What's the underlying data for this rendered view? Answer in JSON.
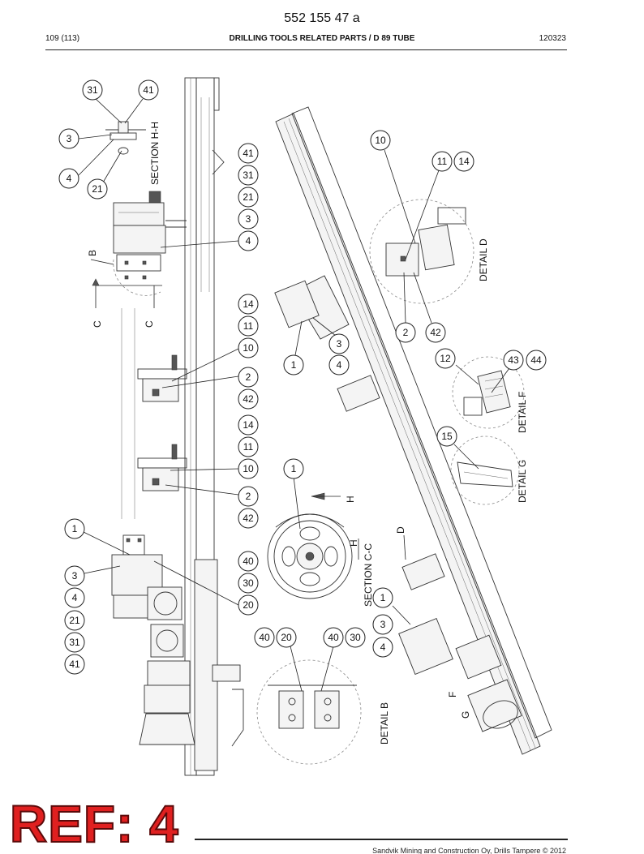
{
  "header": {
    "doc_number": "552 155 47 a",
    "page": "109 (113)",
    "title": "DRILLING TOOLS RELATED PARTS / D 89 TUBE",
    "date_code": "120323"
  },
  "labels": {
    "section_hh": "SECTION H-H",
    "section_cc": "SECTION C-C",
    "detail_b": "DETAIL B",
    "detail_d": "DETAIL D",
    "detail_f": "DETAIL F",
    "detail_g": "DETAIL G",
    "letter_b": "B",
    "letter_c1": "C",
    "letter_c2": "C",
    "letter_h1": "H",
    "letter_h2": "H",
    "letter_d": "D",
    "letter_f": "F",
    "letter_g": "G"
  },
  "callouts": {
    "c1": "31",
    "c2": "41",
    "c3": "3",
    "c4": "4",
    "c5": "21",
    "c6": "41",
    "c7": "31",
    "c8": "21",
    "c9": "3",
    "c10": "4",
    "c11": "14",
    "c12": "11",
    "c13": "10",
    "c14": "2",
    "c15": "42",
    "c16": "14",
    "c17": "11",
    "c18": "10",
    "c19": "2",
    "c20": "42",
    "c21": "1",
    "c22": "3",
    "c23": "4",
    "c24": "21",
    "c25": "31",
    "c26": "41",
    "c27": "40",
    "c28": "30",
    "c29": "20",
    "c30": "1",
    "c31": "40",
    "c32": "20",
    "c33": "40",
    "c34": "30",
    "c35": "10",
    "c36": "11",
    "c37": "14",
    "c38": "2",
    "c39": "42",
    "c40": "1",
    "c41": "3",
    "c42": "4",
    "c43": "12",
    "c44": "43",
    "c45": "44",
    "c46": "15",
    "c47": "1",
    "c48": "3",
    "c49": "4"
  },
  "stamp": {
    "text": "REF: 4"
  },
  "footer": {
    "copyright": "Sandvik Mining and Construction Oy, Drills Tampere © 2012"
  }
}
